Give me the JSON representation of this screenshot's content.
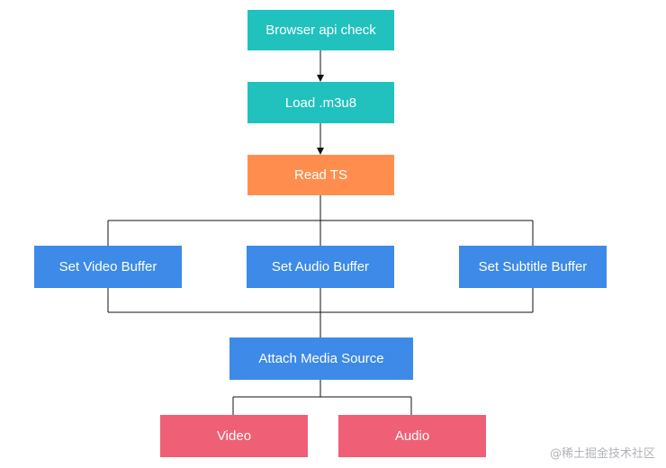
{
  "nodes": {
    "browser_check": "Browser api check",
    "load_m3u8": "Load .m3u8",
    "read_ts": "Read TS",
    "video_buffer": "Set Video Buffer",
    "audio_buffer": "Set Audio Buffer",
    "subtitle_buffer": "Set Subtitle Buffer",
    "attach_media": "Attach Media Source",
    "video": "Video",
    "audio": "Audio"
  },
  "watermark": "@稀土掘金技术社区",
  "colors": {
    "teal": "#21c1bd",
    "orange": "#ff8e4e",
    "blue": "#3d8ae8",
    "pink": "#ef6076",
    "line": "#111111"
  }
}
